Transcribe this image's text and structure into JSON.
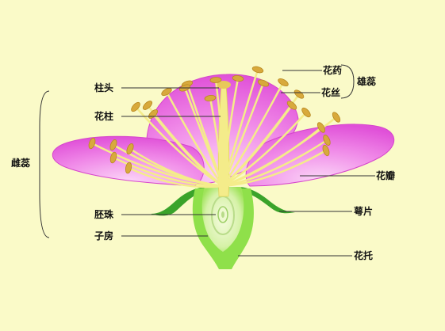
{
  "labels": {
    "stigma": "柱头",
    "style": "花柱",
    "pistil": "雌蕊",
    "ovule": "胚珠",
    "ovary": "子房",
    "anther": "花药",
    "filament": "花丝",
    "stamen": "雄蕊",
    "petal": "花瓣",
    "sepal": "萼片",
    "receptacle": "花托"
  },
  "colors": {
    "background": "#fafac8",
    "petal": "#e95fe0",
    "petal_light": "#f6b2f0",
    "anther": "#d8a93c",
    "filament": "#f4ec8a",
    "sepal": "#3aa32a",
    "receptacle": "#8fe04a",
    "ovary": "#dff5b8",
    "leader_line": "#333333"
  }
}
